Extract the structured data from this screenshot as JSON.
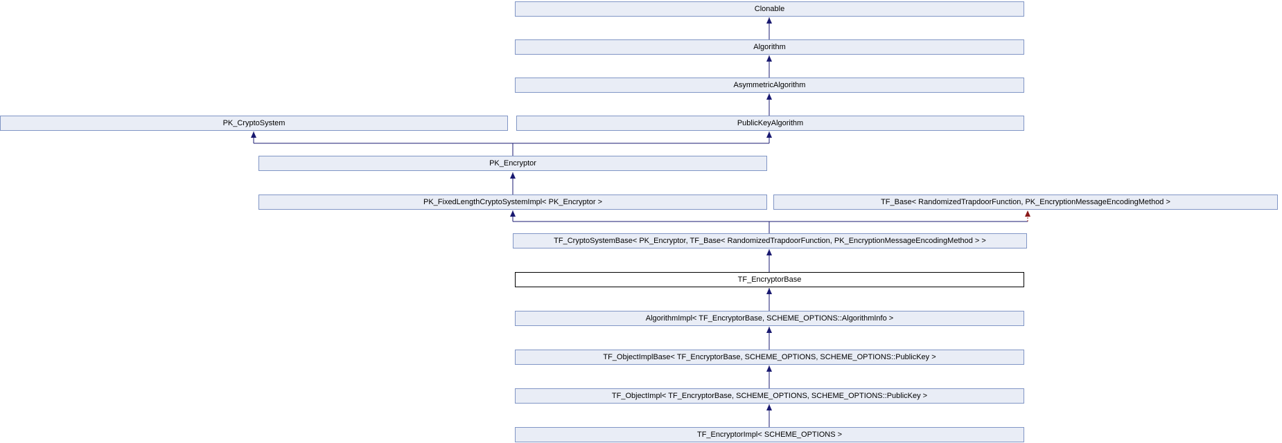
{
  "diagram": {
    "type": "class-inheritance-graph",
    "current_class": "TF_EncryptorBase"
  },
  "colors": {
    "node_fill": "#e9edf6",
    "node_border": "#8095c5",
    "highlight_fill": "#ffffff",
    "highlight_border": "#000000",
    "edge_public": "#191970",
    "edge_private": "#8b1a1a",
    "text": "#000000"
  },
  "nodes": {
    "clonable": {
      "label": "Clonable"
    },
    "algorithm": {
      "label": "Algorithm"
    },
    "asymmetric_algorithm": {
      "label": "AsymmetricAlgorithm"
    },
    "pk_cryptosystem": {
      "label": "PK_CryptoSystem"
    },
    "publickey_algorithm": {
      "label": "PublicKeyAlgorithm"
    },
    "pk_encryptor": {
      "label": "PK_Encryptor"
    },
    "pk_fixedlength_cryptosystemimpl": {
      "label": "PK_FixedLengthCryptoSystemImpl< PK_Encryptor >"
    },
    "tf_base": {
      "label": "TF_Base< RandomizedTrapdoorFunction, PK_EncryptionMessageEncodingMethod >"
    },
    "tf_cryptosystembase": {
      "label": "TF_CryptoSystemBase< PK_Encryptor, TF_Base< RandomizedTrapdoorFunction, PK_EncryptionMessageEncodingMethod > >"
    },
    "tf_encryptorbase": {
      "label": "TF_EncryptorBase",
      "current": true
    },
    "algorithmimpl": {
      "label": "AlgorithmImpl< TF_EncryptorBase, SCHEME_OPTIONS::AlgorithmInfo >"
    },
    "tf_objectimplbase": {
      "label": "TF_ObjectImplBase< TF_EncryptorBase, SCHEME_OPTIONS, SCHEME_OPTIONS::PublicKey >"
    },
    "tf_objectimpl": {
      "label": "TF_ObjectImpl< TF_EncryptorBase, SCHEME_OPTIONS, SCHEME_OPTIONS::PublicKey >"
    },
    "tf_encryptorimpl": {
      "label": "TF_EncryptorImpl< SCHEME_OPTIONS >"
    }
  },
  "edges": [
    {
      "from": "algorithm",
      "to": "clonable",
      "type": "public"
    },
    {
      "from": "asymmetric_algorithm",
      "to": "algorithm",
      "type": "public"
    },
    {
      "from": "publickey_algorithm",
      "to": "asymmetric_algorithm",
      "type": "public"
    },
    {
      "from": "pk_encryptor",
      "to": "pk_cryptosystem",
      "type": "public"
    },
    {
      "from": "pk_encryptor",
      "to": "publickey_algorithm",
      "type": "public"
    },
    {
      "from": "pk_fixedlength_cryptosystemimpl",
      "to": "pk_encryptor",
      "type": "public"
    },
    {
      "from": "tf_cryptosystembase",
      "to": "pk_fixedlength_cryptosystemimpl",
      "type": "public"
    },
    {
      "from": "tf_cryptosystembase",
      "to": "tf_base",
      "type": "private"
    },
    {
      "from": "tf_encryptorbase",
      "to": "tf_cryptosystembase",
      "type": "public"
    },
    {
      "from": "algorithmimpl",
      "to": "tf_encryptorbase",
      "type": "public"
    },
    {
      "from": "tf_objectimplbase",
      "to": "algorithmimpl",
      "type": "public"
    },
    {
      "from": "tf_objectimpl",
      "to": "tf_objectimplbase",
      "type": "public"
    },
    {
      "from": "tf_encryptorimpl",
      "to": "tf_objectimpl",
      "type": "public"
    }
  ]
}
